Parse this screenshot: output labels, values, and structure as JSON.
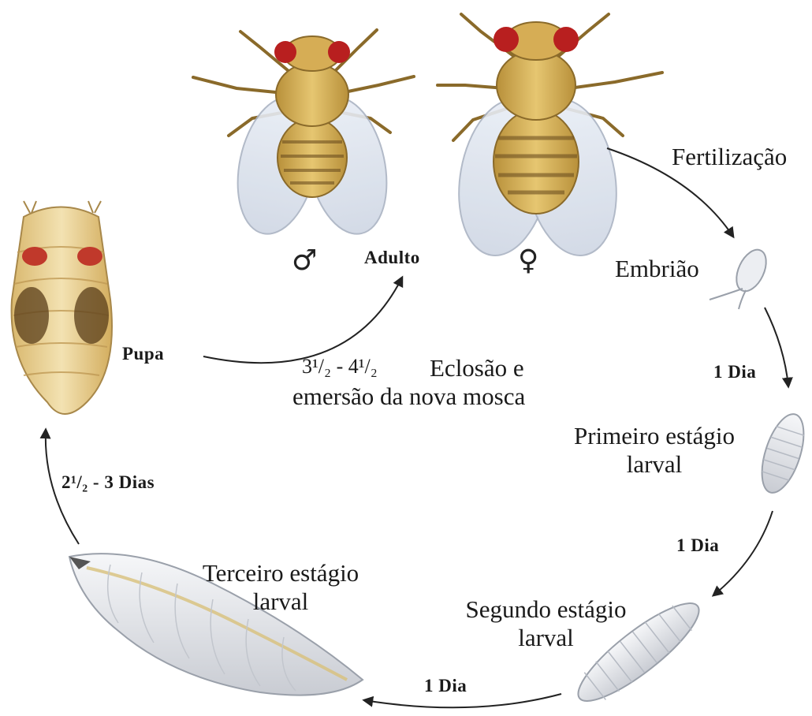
{
  "stages": {
    "adult": "Adulto",
    "male_symbol": "♂",
    "female_symbol": "♀",
    "fertilization": "Fertilização",
    "embryo": "Embrião",
    "first_larval_l1": "Primeiro estágio",
    "first_larval_l2": "larval",
    "second_larval_l1": "Segundo estágio",
    "second_larval_l2": "larval",
    "third_larval_l1": "Terceiro estágio",
    "third_larval_l2": "larval",
    "pupa": "Pupa",
    "eclosion_time": "3¹/₂ - 4¹/₂",
    "eclosion_l1": "Eclosão e",
    "eclosion_l2": "emersão da nova mosca"
  },
  "durations": {
    "embryo_to_first": "1 Dia",
    "first_to_second": "1 Dia",
    "second_to_third": "1 Dia",
    "third_to_pupa": "2¹/₂ - 3 Dias"
  },
  "colors": {
    "fly_body": "#d9b45a",
    "fly_eye": "#b81f1f",
    "wing": "#dfe5ef",
    "larva": "#e6e7ea",
    "pupa": "#e9cf93",
    "arrow": "#222222"
  }
}
